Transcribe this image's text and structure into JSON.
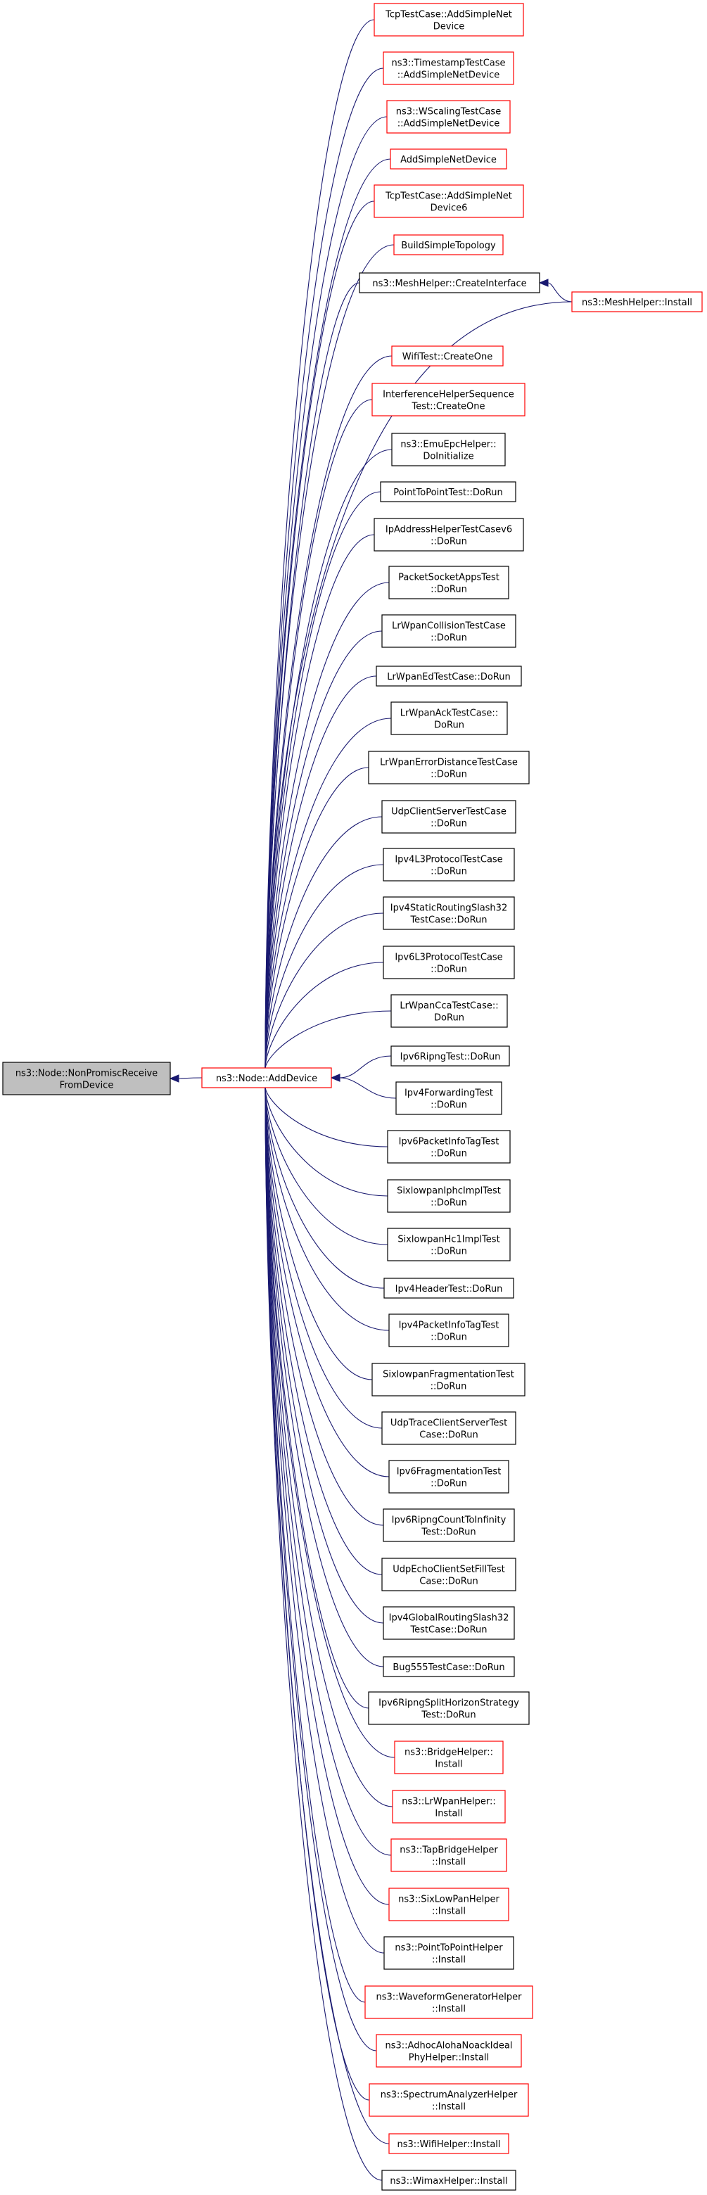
{
  "colors": {
    "edge": "#191970",
    "border_red": "#ff0000",
    "border_black": "#000000",
    "focus_fill": "#bfbfbf",
    "node_fill": "#ffffff"
  },
  "nodes": [
    {
      "id": "nonpromisc",
      "lines": [
        "ns3::Node::NonPromiscReceive",
        "FromDevice"
      ],
      "style": "focus"
    },
    {
      "id": "adddevice",
      "lines": [
        "ns3::Node::AddDevice"
      ],
      "style": "red"
    },
    {
      "id": "tcp1",
      "lines": [
        "TcpTestCase::AddSimpleNet",
        "Device"
      ],
      "style": "red"
    },
    {
      "id": "timestamp",
      "lines": [
        "ns3::TimestampTestCase",
        "::AddSimpleNetDevice"
      ],
      "style": "red"
    },
    {
      "id": "wscaling",
      "lines": [
        "ns3::WScalingTestCase",
        "::AddSimpleNetDevice"
      ],
      "style": "red"
    },
    {
      "id": "addsimple",
      "lines": [
        "AddSimpleNetDevice"
      ],
      "style": "red"
    },
    {
      "id": "tcp6",
      "lines": [
        "TcpTestCase::AddSimpleNet",
        "Device6"
      ],
      "style": "red"
    },
    {
      "id": "buildsimple",
      "lines": [
        "BuildSimpleTopology"
      ],
      "style": "red"
    },
    {
      "id": "meshcreate",
      "lines": [
        "ns3::MeshHelper::CreateInterface"
      ],
      "style": "black"
    },
    {
      "id": "meshinstall",
      "lines": [
        "ns3::MeshHelper::Install"
      ],
      "style": "red"
    },
    {
      "id": "wifitest",
      "lines": [
        "WifiTest::CreateOne"
      ],
      "style": "red"
    },
    {
      "id": "interference",
      "lines": [
        "InterferenceHelperSequence",
        "Test::CreateOne"
      ],
      "style": "red"
    },
    {
      "id": "emuepc",
      "lines": [
        "ns3::EmuEpcHelper::",
        "DoInitialize"
      ],
      "style": "black"
    },
    {
      "id": "p2ptest",
      "lines": [
        "PointToPointTest::DoRun"
      ],
      "style": "black"
    },
    {
      "id": "ipaddr",
      "lines": [
        "IpAddressHelperTestCasev6",
        "::DoRun"
      ],
      "style": "black"
    },
    {
      "id": "packetsocket",
      "lines": [
        "PacketSocketAppsTest",
        "::DoRun"
      ],
      "style": "black"
    },
    {
      "id": "lrcollision",
      "lines": [
        "LrWpanCollisionTestCase",
        "::DoRun"
      ],
      "style": "black"
    },
    {
      "id": "lred",
      "lines": [
        "LrWpanEdTestCase::DoRun"
      ],
      "style": "black"
    },
    {
      "id": "lrack",
      "lines": [
        "LrWpanAckTestCase::",
        "DoRun"
      ],
      "style": "black"
    },
    {
      "id": "lrerror",
      "lines": [
        "LrWpanErrorDistanceTestCase",
        "::DoRun"
      ],
      "style": "black"
    },
    {
      "id": "udpcs",
      "lines": [
        "UdpClientServerTestCase",
        "::DoRun"
      ],
      "style": "black"
    },
    {
      "id": "ipv4l3",
      "lines": [
        "Ipv4L3ProtocolTestCase",
        "::DoRun"
      ],
      "style": "black"
    },
    {
      "id": "ipv4static",
      "lines": [
        "Ipv4StaticRoutingSlash32",
        "TestCase::DoRun"
      ],
      "style": "black"
    },
    {
      "id": "ipv6l3",
      "lines": [
        "Ipv6L3ProtocolTestCase",
        "::DoRun"
      ],
      "style": "black"
    },
    {
      "id": "lrcca",
      "lines": [
        "LrWpanCcaTestCase::",
        "DoRun"
      ],
      "style": "black"
    },
    {
      "id": "ipv6ripng",
      "lines": [
        "Ipv6RipngTest::DoRun"
      ],
      "style": "black"
    },
    {
      "id": "ipv4fwd",
      "lines": [
        "Ipv4ForwardingTest",
        "::DoRun"
      ],
      "style": "black"
    },
    {
      "id": "ipv6pkt",
      "lines": [
        "Ipv6PacketInfoTagTest",
        "::DoRun"
      ],
      "style": "black"
    },
    {
      "id": "sixiphc",
      "lines": [
        "SixlowpanIphcImplTest",
        "::DoRun"
      ],
      "style": "black"
    },
    {
      "id": "sixhc1",
      "lines": [
        "SixlowpanHc1ImplTest",
        "::DoRun"
      ],
      "style": "black"
    },
    {
      "id": "ipv4header",
      "lines": [
        "Ipv4HeaderTest::DoRun"
      ],
      "style": "black"
    },
    {
      "id": "ipv4pkt",
      "lines": [
        "Ipv4PacketInfoTagTest",
        "::DoRun"
      ],
      "style": "black"
    },
    {
      "id": "sixfrag",
      "lines": [
        "SixlowpanFragmentationTest",
        "::DoRun"
      ],
      "style": "black"
    },
    {
      "id": "udptrace",
      "lines": [
        "UdpTraceClientServerTest",
        "Case::DoRun"
      ],
      "style": "black"
    },
    {
      "id": "ipv6frag",
      "lines": [
        "Ipv6FragmentationTest",
        "::DoRun"
      ],
      "style": "black"
    },
    {
      "id": "ripngcount",
      "lines": [
        "Ipv6RipngCountToInfinity",
        "Test::DoRun"
      ],
      "style": "black"
    },
    {
      "id": "udpecho",
      "lines": [
        "UdpEchoClientSetFillTest",
        "Case::DoRun"
      ],
      "style": "black"
    },
    {
      "id": "ipv4global",
      "lines": [
        "Ipv4GlobalRoutingSlash32",
        "TestCase::DoRun"
      ],
      "style": "black"
    },
    {
      "id": "bug555",
      "lines": [
        "Bug555TestCase::DoRun"
      ],
      "style": "black"
    },
    {
      "id": "ripngsplit",
      "lines": [
        "Ipv6RipngSplitHorizonStrategy",
        "Test::DoRun"
      ],
      "style": "black"
    },
    {
      "id": "bridge",
      "lines": [
        "ns3::BridgeHelper::",
        "Install"
      ],
      "style": "red"
    },
    {
      "id": "lrwpanhelper",
      "lines": [
        "ns3::LrWpanHelper::",
        "Install"
      ],
      "style": "red"
    },
    {
      "id": "tapbridge",
      "lines": [
        "ns3::TapBridgeHelper",
        "::Install"
      ],
      "style": "red"
    },
    {
      "id": "sixlowpanhelper",
      "lines": [
        "ns3::SixLowPanHelper",
        "::Install"
      ],
      "style": "red"
    },
    {
      "id": "p2phelper",
      "lines": [
        "ns3::PointToPointHelper",
        "::Install"
      ],
      "style": "black"
    },
    {
      "id": "waveform",
      "lines": [
        "ns3::WaveformGeneratorHelper",
        "::Install"
      ],
      "style": "red"
    },
    {
      "id": "adhoc",
      "lines": [
        "ns3::AdhocAlohaNoackIdeal",
        "PhyHelper::Install"
      ],
      "style": "red"
    },
    {
      "id": "spectrum",
      "lines": [
        "ns3::SpectrumAnalyzerHelper",
        "::Install"
      ],
      "style": "red"
    },
    {
      "id": "wifihelper",
      "lines": [
        "ns3::WifiHelper::Install"
      ],
      "style": "red"
    },
    {
      "id": "wimax",
      "lines": [
        "ns3::WimaxHelper::Install"
      ],
      "style": "black"
    }
  ],
  "edges": [
    {
      "from": "adddevice",
      "to": "nonpromisc"
    },
    {
      "from": "meshinstall",
      "to": "meshcreate"
    },
    {
      "from": "tcp1",
      "to": "adddevice"
    },
    {
      "from": "timestamp",
      "to": "adddevice"
    },
    {
      "from": "wscaling",
      "to": "adddevice"
    },
    {
      "from": "addsimple",
      "to": "adddevice"
    },
    {
      "from": "tcp6",
      "to": "adddevice"
    },
    {
      "from": "buildsimple",
      "to": "adddevice"
    },
    {
      "from": "meshcreate",
      "to": "adddevice"
    },
    {
      "from": "meshinstall",
      "to": "adddevice"
    },
    {
      "from": "wifitest",
      "to": "adddevice"
    },
    {
      "from": "interference",
      "to": "adddevice"
    },
    {
      "from": "emuepc",
      "to": "adddevice"
    },
    {
      "from": "p2ptest",
      "to": "adddevice"
    },
    {
      "from": "ipaddr",
      "to": "adddevice"
    },
    {
      "from": "packetsocket",
      "to": "adddevice"
    },
    {
      "from": "lrcollision",
      "to": "adddevice"
    },
    {
      "from": "lred",
      "to": "adddevice"
    },
    {
      "from": "lrack",
      "to": "adddevice"
    },
    {
      "from": "lrerror",
      "to": "adddevice"
    },
    {
      "from": "udpcs",
      "to": "adddevice"
    },
    {
      "from": "ipv4l3",
      "to": "adddevice"
    },
    {
      "from": "ipv4static",
      "to": "adddevice"
    },
    {
      "from": "ipv6l3",
      "to": "adddevice"
    },
    {
      "from": "lrcca",
      "to": "adddevice"
    },
    {
      "from": "ipv6ripng",
      "to": "adddevice"
    },
    {
      "from": "ipv4fwd",
      "to": "adddevice"
    },
    {
      "from": "ipv6pkt",
      "to": "adddevice"
    },
    {
      "from": "sixiphc",
      "to": "adddevice"
    },
    {
      "from": "sixhc1",
      "to": "adddevice"
    },
    {
      "from": "ipv4header",
      "to": "adddevice"
    },
    {
      "from": "ipv4pkt",
      "to": "adddevice"
    },
    {
      "from": "sixfrag",
      "to": "adddevice"
    },
    {
      "from": "udptrace",
      "to": "adddevice"
    },
    {
      "from": "ipv6frag",
      "to": "adddevice"
    },
    {
      "from": "ripngcount",
      "to": "adddevice"
    },
    {
      "from": "udpecho",
      "to": "adddevice"
    },
    {
      "from": "ipv4global",
      "to": "adddevice"
    },
    {
      "from": "bug555",
      "to": "adddevice"
    },
    {
      "from": "ripngsplit",
      "to": "adddevice"
    },
    {
      "from": "bridge",
      "to": "adddevice"
    },
    {
      "from": "lrwpanhelper",
      "to": "adddevice"
    },
    {
      "from": "tapbridge",
      "to": "adddevice"
    },
    {
      "from": "sixlowpanhelper",
      "to": "adddevice"
    },
    {
      "from": "p2phelper",
      "to": "adddevice"
    },
    {
      "from": "waveform",
      "to": "adddevice"
    },
    {
      "from": "adhoc",
      "to": "adddevice"
    },
    {
      "from": "spectrum",
      "to": "adddevice"
    },
    {
      "from": "wifihelper",
      "to": "adddevice"
    },
    {
      "from": "wimax",
      "to": "adddevice"
    }
  ]
}
